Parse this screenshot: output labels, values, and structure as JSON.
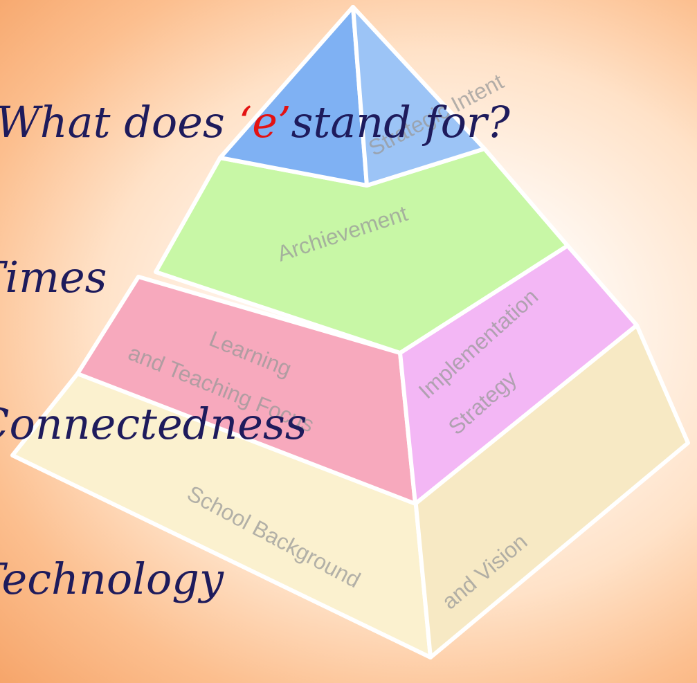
{
  "slide": {
    "question": {
      "prefix": "What does ",
      "highlight": "‘e’",
      "suffix": "stand for?"
    },
    "items": [
      "Times",
      "Connectedness",
      "Technology"
    ]
  },
  "pyramid": {
    "tiers": {
      "top": "Strategic Intent",
      "second": "Archievement",
      "third_front": [
        "Learning",
        "and Teaching Focus"
      ],
      "third_side": [
        "Implementation",
        "Strategy"
      ],
      "base_front": "School Background",
      "base_side": "and Vision"
    }
  },
  "colors": {
    "text": "#1e1b5c",
    "highlight": "#e31212",
    "top": "#7fb1f3",
    "second": "#c8f7a6",
    "third_front": "#f7a9bd",
    "third_side": "#f3b7f5",
    "base_front": "#fbf1cf",
    "base_side": "#f7e9c4"
  }
}
